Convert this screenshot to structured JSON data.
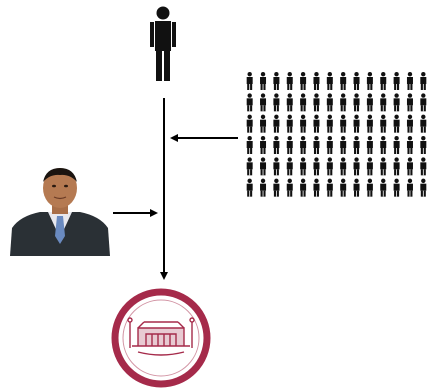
{
  "diagram": {
    "nodes": [
      {
        "id": "individual",
        "icon": "person-icon"
      },
      {
        "id": "crowd",
        "icon": "crowd-icon",
        "rows": 6,
        "cols": 14
      },
      {
        "id": "leader",
        "icon": "leader-portrait"
      },
      {
        "id": "institution",
        "icon": "seal-icon"
      }
    ],
    "edges": [
      {
        "from": "individual",
        "to": "institution"
      },
      {
        "from": "crowd",
        "to": "main-line"
      },
      {
        "from": "leader",
        "to": "main-line"
      }
    ]
  },
  "colors": {
    "stroke": "#000000",
    "figure": "#111111",
    "seal": "#a52a4a",
    "suit": "#2a3035",
    "skin": "#b57a52"
  }
}
